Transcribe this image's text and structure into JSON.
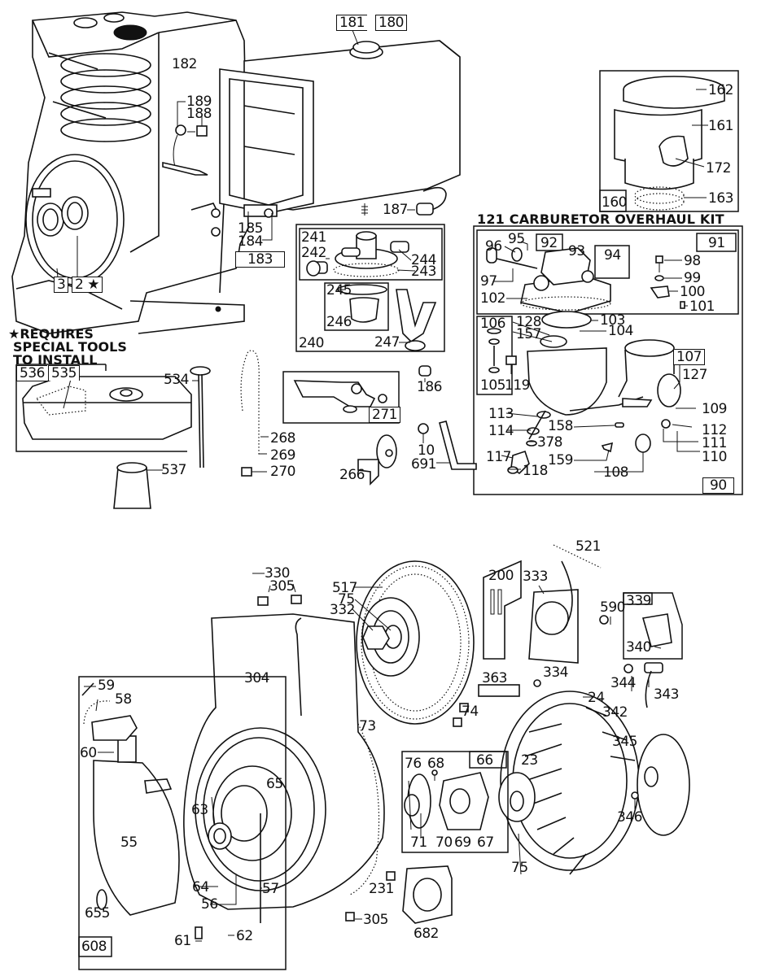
{
  "diagram": {
    "title": "Engine exploded parts diagram",
    "kit_title": "121 CARBURETOR OVERHAUL KIT",
    "note": [
      "★REQUIRES",
      "SPECIAL TOOLS",
      "TO INSTALL"
    ],
    "labels": {
      "p182": "182",
      "p181": "181",
      "p180": "180",
      "p189": "189",
      "p188": "188",
      "p185": "185",
      "p184": "184",
      "p183": "183",
      "p187": "187",
      "p162": "162",
      "p161": "161",
      "p172": "172",
      "p163": "163",
      "p160": "160",
      "p3": "3",
      "p2": "2 ★",
      "p241": "241",
      "p242": "242",
      "p244": "244",
      "p243": "243",
      "p245": "245",
      "p246": "246",
      "p247": "247",
      "p240": "240",
      "p96": "96",
      "p95": "95",
      "p92": "92",
      "p93": "93",
      "p94": "94",
      "p91": "91",
      "p97": "97",
      "p102": "102",
      "p98": "98",
      "p99": "99",
      "p100": "100",
      "p101": "101",
      "p106": "106",
      "p128": "128",
      "p157": "157",
      "p103": "103",
      "p104": "104",
      "p107": "107",
      "p127": "127",
      "p105": "105",
      "p119": "119",
      "p109": "109",
      "p113": "113",
      "p114": "114",
      "p158": "158",
      "p378": "378",
      "p112": "112",
      "p111": "111",
      "p110": "110",
      "p117": "117",
      "p159": "159",
      "p118": "118",
      "p108": "108",
      "p90": "90",
      "p536": "536",
      "p535": "535",
      "p534": "534",
      "p537": "537",
      "p268": "268",
      "p269": "269",
      "p270": "270",
      "p271": "271",
      "p186": "186",
      "p10": "10",
      "p691": "691",
      "p266": "266",
      "p521": "521",
      "p330": "330",
      "p305a": "305",
      "p517": "517",
      "p75a": "75",
      "p332": "332",
      "p200": "200",
      "p333": "333",
      "p590": "590",
      "p339": "339",
      "p340": "340",
      "p334": "334",
      "p304": "304",
      "p59": "59",
      "p58": "58",
      "p363": "363",
      "p344": "344",
      "p343": "343",
      "p24": "24",
      "p342": "342",
      "p60": "60",
      "p74": "74",
      "p73": "73",
      "p345": "345",
      "p76": "76",
      "p68": "68",
      "p66": "66",
      "p23": "23",
      "p65": "65",
      "p63": "63",
      "p55": "55",
      "p71": "71",
      "p70": "70",
      "p69": "69",
      "p67": "67",
      "p346": "346",
      "p75b": "75",
      "p64": "64",
      "p57": "57",
      "p56": "56",
      "p231": "231",
      "p655": "655",
      "p305b": "305",
      "p682": "682",
      "p61": "61",
      "p62": "62",
      "p608": "608"
    }
  }
}
